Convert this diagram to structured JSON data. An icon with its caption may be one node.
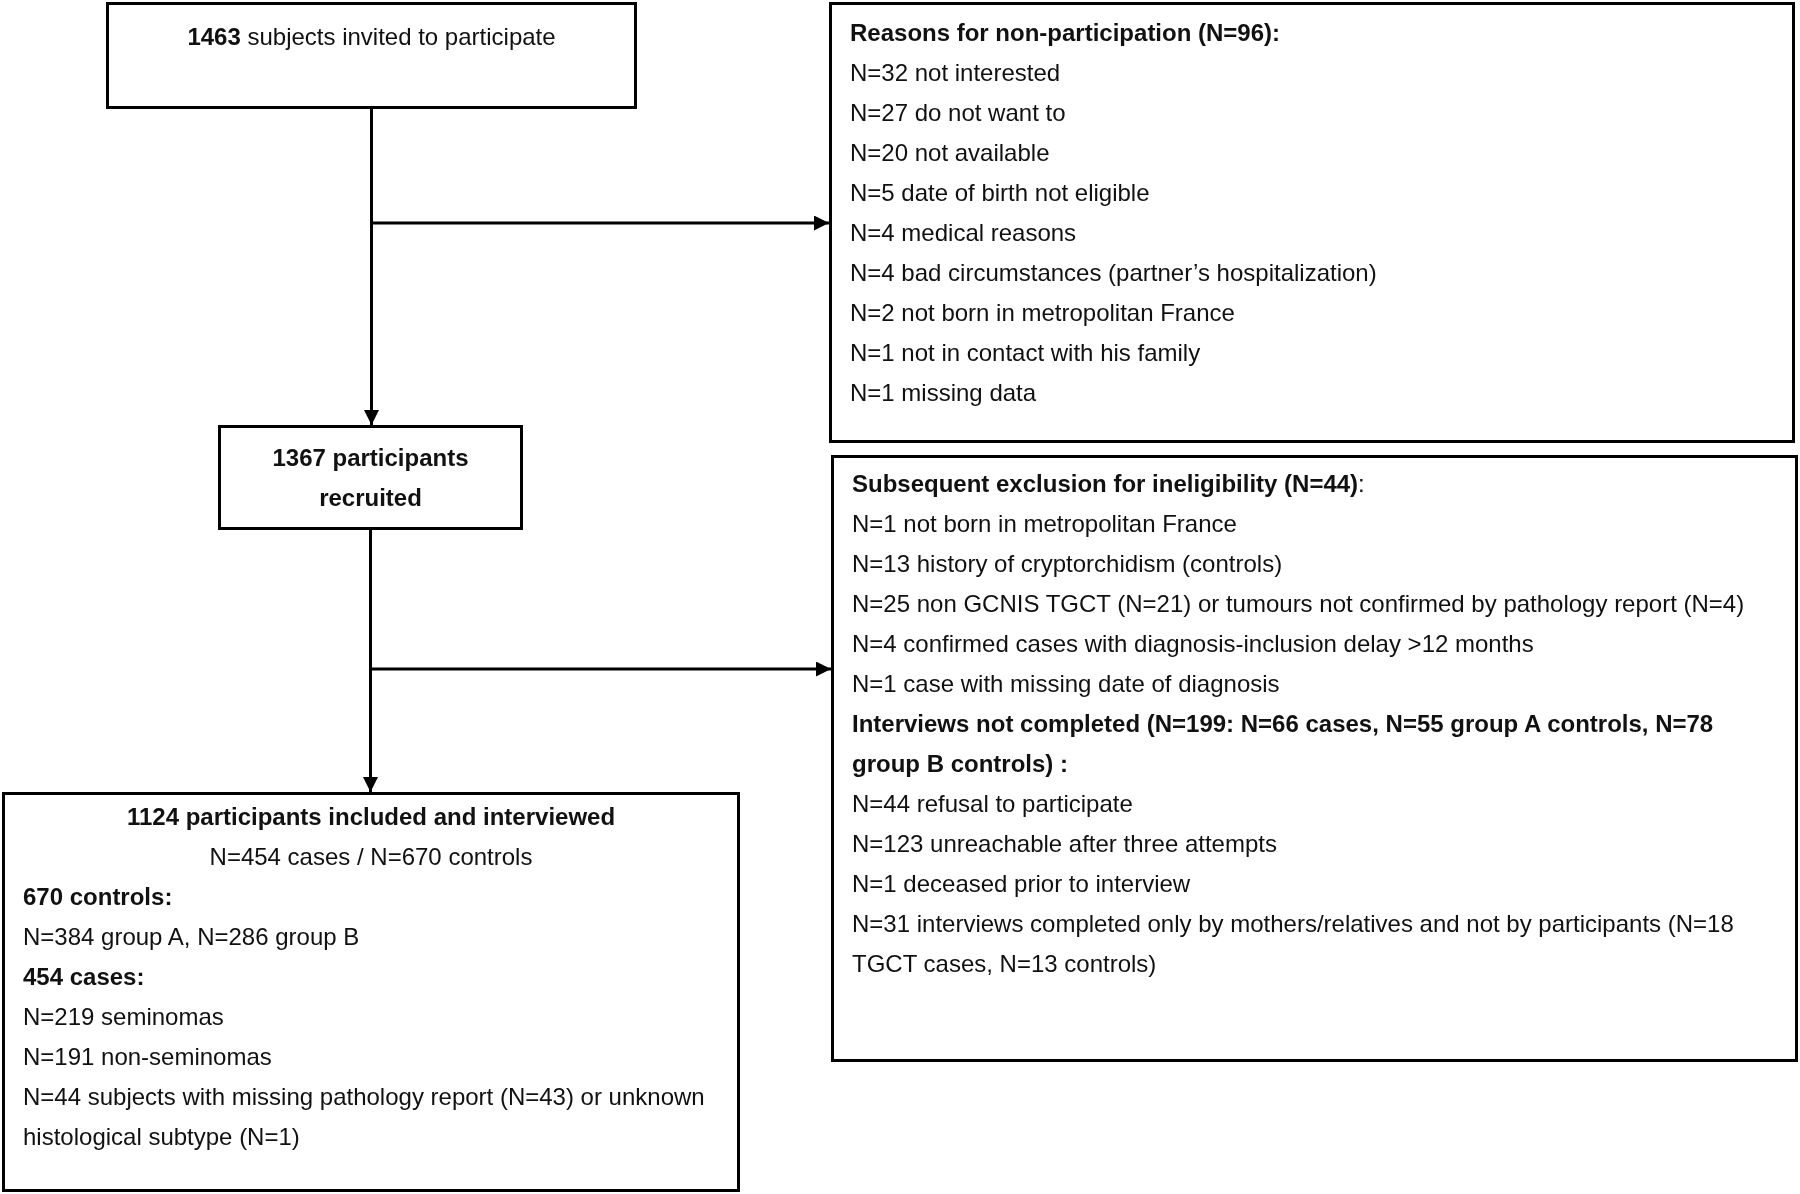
{
  "diagram": {
    "nodes": [
      {
        "text": [
          "**1463** subjects invited to participate"
        ]
      },
      {
        "text": [
          "**Reasons for non-participation (N=96):**",
          "N=32 not interested",
          "N=27 do not want to",
          "N=20 not available",
          "N=5 date of birth not eligible",
          "N=4 medical reasons",
          "N=4 bad circumstances (partner’s hospitalization)",
          "N=2 not born in metropolitan France",
          "N=1 not in contact with his family",
          "N=1 missing data"
        ]
      },
      {
        "text": [
          "**1367 participants recruited**"
        ]
      },
      {
        "text": [
          "**Subsequent exclusion for ineligibility (N=44)**:",
          "N=1 not born in metropolitan France",
          "N=13 history of cryptorchidism (controls)",
          "N=25 non GCNIS TGCT (N=21) or tumours not confirmed by pathology report (N=4)",
          "N=4 confirmed cases with diagnosis-inclusion delay >12 months",
          "N=1 case with missing date of diagnosis",
          "**Interviews not completed (N=199: N=66 cases, N=55 group A controls, N=78 group B controls) :**",
          "N=44 refusal to participate",
          "N=123 unreachable after three attempts",
          "N=1 deceased prior to interview",
          "N=31 interviews completed only by mothers/relatives and not by participants (N=18 TGCT cases, N=13 controls)"
        ]
      },
      {
        "text": [
          "**1124 participants included and interviewed**",
          "N=454 cases / N=670 controls",
          "**670 controls:**",
          "N=384 group A, N=286 group B",
          "**454 cases:**",
          "N=219 seminomas",
          "N=191 non-seminomas",
          "N=44 subjects with missing pathology report (N=43) or unknown histological subtype (N=1)"
        ]
      }
    ],
    "edges": [
      {
        "from": 0,
        "to": 1,
        "arrow": "to"
      },
      {
        "from": 0,
        "to": 2,
        "arrow": "to"
      },
      {
        "from": 2,
        "to": 3,
        "arrow": "to"
      },
      {
        "from": 2,
        "to": 4,
        "arrow": "to"
      }
    ]
  }
}
